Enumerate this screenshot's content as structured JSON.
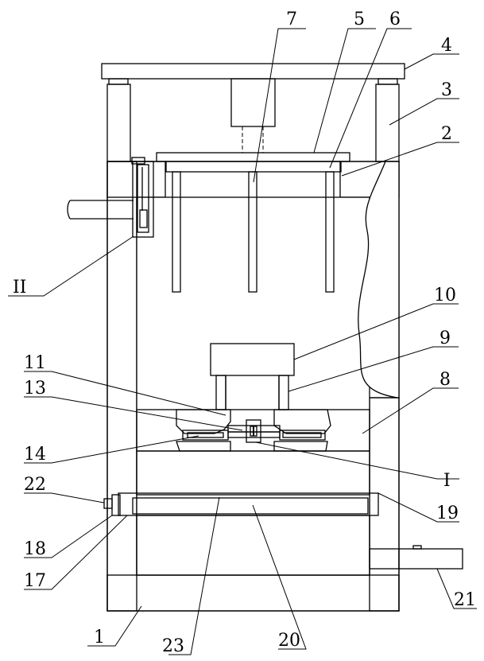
{
  "labels": {
    "l1": "1",
    "l2": "2",
    "l3": "3",
    "l4": "4",
    "l5": "5",
    "l6": "6",
    "l7": "7",
    "l8": "8",
    "l9": "9",
    "l10": "10",
    "l11": "11",
    "l13": "13",
    "l14": "14",
    "l17": "17",
    "l18": "18",
    "l19": "19",
    "l20": "20",
    "l21": "21",
    "l22": "22",
    "l23": "23",
    "lI": "I",
    "lII": "II"
  },
  "colors": {
    "line": "#000000",
    "background": "#ffffff"
  }
}
